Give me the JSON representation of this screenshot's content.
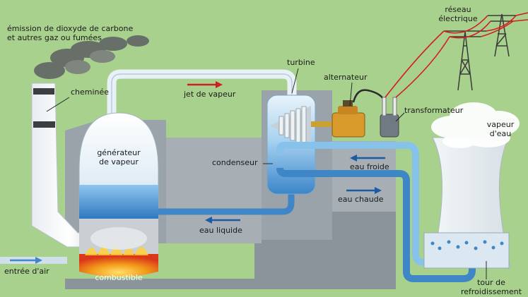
{
  "labels": {
    "emission_line1": "émission de dioxyde de carbone",
    "emission_line2": "et autres gaz ou fumées",
    "reseau_line1": "réseau",
    "reseau_line2": "électrique",
    "cheminee": "cheminée",
    "jet_vapeur": "jet de vapeur",
    "turbine": "turbine",
    "alternateur": "alternateur",
    "transformateur": "transformateur",
    "vapeur_line1": "vapeur",
    "vapeur_line2": "d'eau",
    "generateur_line1": "générateur",
    "generateur_line2": "de vapeur",
    "condenseur": "condenseur",
    "eau_froide": "eau froide",
    "eau_chaude": "eau chaude",
    "eau_liquide": "eau liquide",
    "entree_air": "entrée d'air",
    "combustible": "combustible",
    "tour_line1": "tour de",
    "tour_line2": "refroidissement"
  },
  "colors": {
    "background": "#a9d18e",
    "building": "#8b949a",
    "steam_pipe": "#e8f1f7",
    "water_hot": "#3f86c6",
    "water_cold": "#86c2ea",
    "arrow_red": "#d11f1f",
    "arrow_blue": "#1c5aa6",
    "flame": "#f39a1b",
    "power_line": "#d11f1f"
  }
}
